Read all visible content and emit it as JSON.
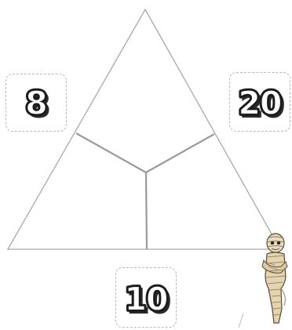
{
  "number_bond": {
    "top_left": "8",
    "top_right": "20",
    "bottom": "10"
  },
  "decoration": {
    "character": "mummy-figure"
  }
}
